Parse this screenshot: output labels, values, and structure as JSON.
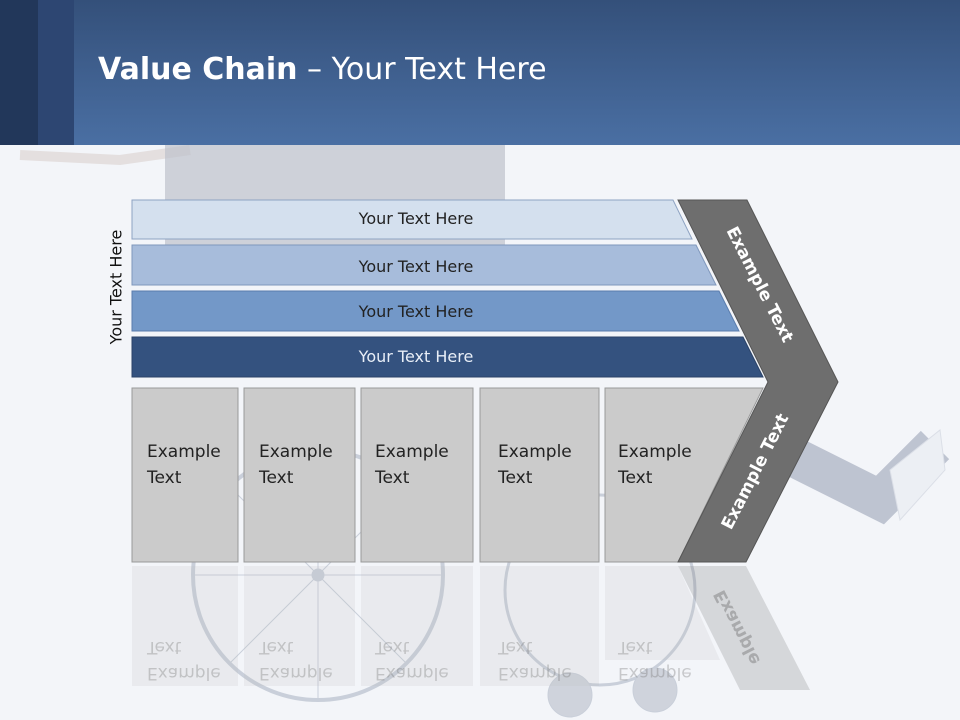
{
  "title": {
    "bold": "Value Chain",
    "rest": " – Your Text Here"
  },
  "side_label": "Your Text Here",
  "bars": [
    {
      "label": "Your Text Here",
      "fill": "#d4e0ee"
    },
    {
      "label": "Your Text Here",
      "fill": "#a7bcdb"
    },
    {
      "label": "Your Text Here",
      "fill": "#7398c8"
    },
    {
      "label": "Your Text Here",
      "fill": "#34527f"
    }
  ],
  "columns": [
    {
      "line1": "Example",
      "line2": "Text"
    },
    {
      "line1": "Example",
      "line2": "Text"
    },
    {
      "line1": "Example",
      "line2": "Text"
    },
    {
      "line1": "Example",
      "line2": "Text"
    },
    {
      "line1": "Example",
      "line2": "Text"
    }
  ],
  "chevron": {
    "upper_label": "Example Text",
    "lower_label": "Example Text",
    "reflect_label": "Example"
  },
  "colors": {
    "header": "#3c5c8c",
    "column_fill": "#cbcbcb",
    "chevron": "#6e6e6e"
  }
}
